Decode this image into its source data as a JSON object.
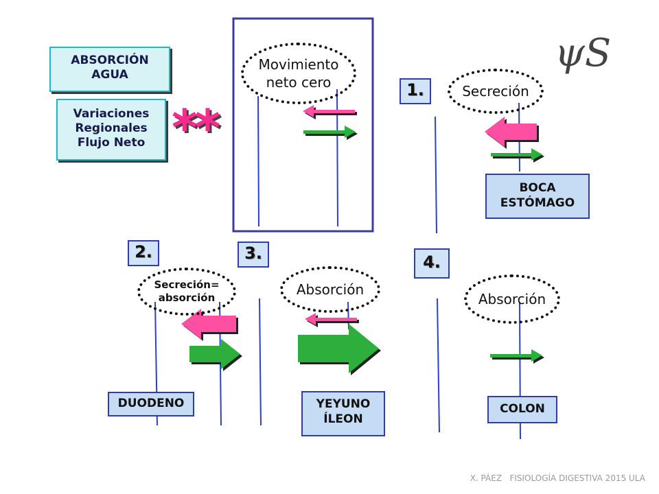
{
  "title_box": [
    "ABSORCIÓN",
    "AGUA"
  ],
  "subtitle_box": [
    "Variaciones",
    "Regionales",
    "Flujo Neto"
  ],
  "stars": "**",
  "handwriting": "ψS",
  "panels": {
    "zero": {
      "label": [
        "Movimiento",
        "neto cero"
      ]
    },
    "p1": {
      "number": "1.",
      "label": "Secreción",
      "region": [
        "BOCA",
        "ESTÓMAGO"
      ]
    },
    "p2": {
      "number": "2.",
      "label": [
        "Secreción=",
        "absorción"
      ],
      "region": "DUODENO"
    },
    "p3": {
      "number": "3.",
      "label": "Absorción",
      "region": [
        "YEYUNO",
        "ÍLEON"
      ]
    },
    "p4": {
      "number": "4.",
      "label": "Absorción",
      "region": "COLON"
    }
  },
  "colors": {
    "secretion": "#ff4fa3",
    "absorption": "#2eae3e",
    "teal": "#19b9c9",
    "membrane": "#2a3fd0"
  },
  "footer": "X. PÁEZ   FISIOLOGÍA DIGESTIVA 2015 ULA"
}
